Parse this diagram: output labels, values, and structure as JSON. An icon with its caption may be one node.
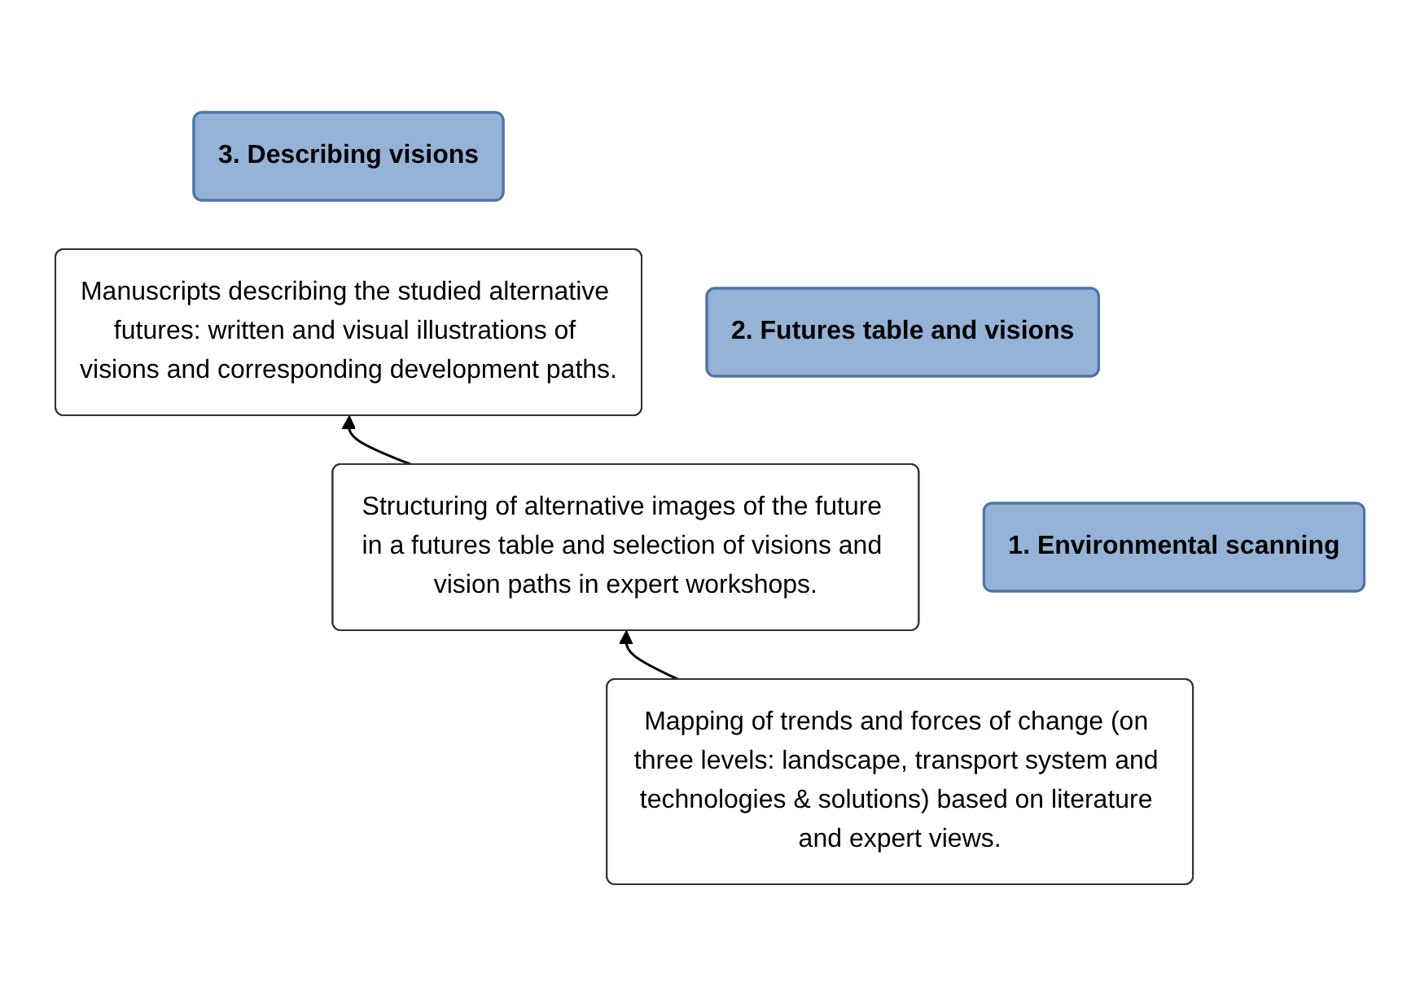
{
  "diagram": {
    "nodes": [
      {
        "text": [
          "3. Describing visions"
        ]
      },
      {
        "text": [
          "Manuscripts describing the studied alternative futures: written and visual illustrations of visions and corresponding development paths."
        ]
      },
      {
        "text": [
          "2. Futures table and visions"
        ]
      },
      {
        "text": [
          "Structuring of alternative images of the future in a futures table and selection of visions and vision paths in expert workshops."
        ]
      },
      {
        "text": [
          "1. Environmental scanning"
        ]
      },
      {
        "text": [
          "Mapping of trends and forces of change (on three levels: landscape, transport system and technologies & solutions) based on literature and expert views."
        ]
      }
    ],
    "edges": [
      {
        "from": 5,
        "to": 3,
        "arrow": "to"
      },
      {
        "from": 3,
        "to": 1,
        "arrow": "to"
      }
    ]
  }
}
